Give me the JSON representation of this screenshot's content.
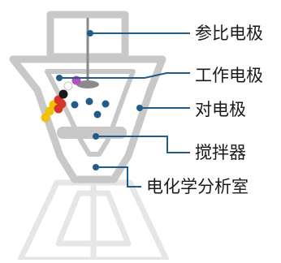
{
  "labels": {
    "reference_electrode": "参比电极",
    "working_electrode": "工作电极",
    "counter_electrode": "对电极",
    "stirrer": "搅拌器",
    "cell": "电化学分析室"
  },
  "colors": {
    "frame": "#c8c8c8",
    "frame_light": "#e6e6e6",
    "line": "#1f5c8a",
    "dot": "#1f5c8a",
    "electrode_gray": "#8a8a8a",
    "bead_yellow": "#f2c100",
    "bead_red": "#d9342b",
    "bead_black": "#1a1a1a",
    "bead_purple": "#b34fc2"
  }
}
